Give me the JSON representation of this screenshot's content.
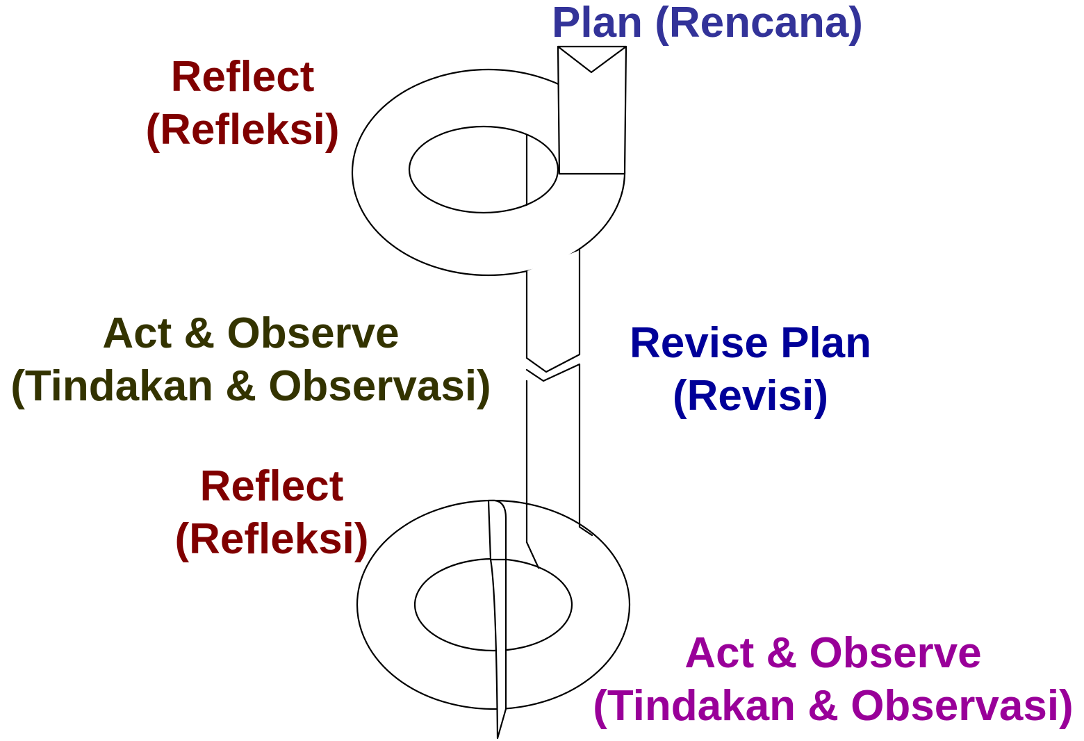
{
  "labels": {
    "plan": {
      "line1": "Plan (Rencana)"
    },
    "reflect_top": {
      "line1": "Reflect",
      "line2": "(Refleksi)"
    },
    "act_observe_left": {
      "line1": "Act & Observe",
      "line2": "(Tindakan & Observasi)"
    },
    "revise_plan": {
      "line1": "Revise Plan",
      "line2": "(Revisi)"
    },
    "reflect_bottom": {
      "line1": "Reflect",
      "line2": "(Refleksi)"
    },
    "act_observe_bottom": {
      "line1": "Act & Observe",
      "line2": "(Tindakan & Observasi)"
    }
  },
  "colors": {
    "plan": "#333399",
    "reflect": "#800000",
    "act_observe_left": "#333300",
    "revise_plan": "#000099",
    "act_observe_bottom": "#990099",
    "stroke": "#000000"
  }
}
